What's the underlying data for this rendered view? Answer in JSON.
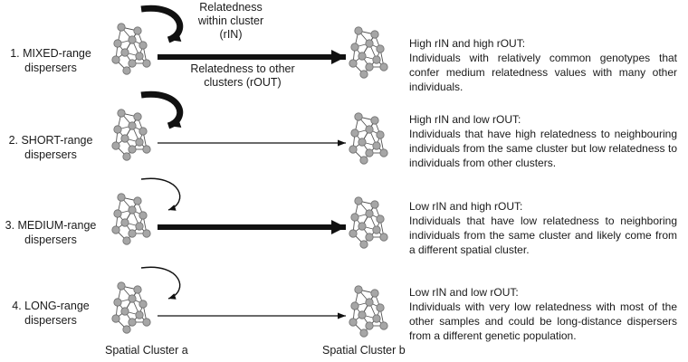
{
  "annotations": {
    "within": [
      "Relatedness",
      "within cluster",
      "(rIN)"
    ],
    "other": [
      "Relatedness to other",
      "clusters (rOUT)"
    ]
  },
  "rows": [
    {
      "label": [
        "1. MIXED-range",
        "dispersers"
      ],
      "rin": "high",
      "rout": "high",
      "title": "High rIN and high rOUT:",
      "body": "Individuals with relatively common genotypes that confer medium relatedness values with many other individuals."
    },
    {
      "label": [
        "2. SHORT-range",
        "dispersers"
      ],
      "rin": "high",
      "rout": "low",
      "title": "High rIN and low rOUT:",
      "body": "Individuals that have high relatedness to neighbouring individuals from the same cluster but low relatedness to individuals from other clusters."
    },
    {
      "label": [
        "3. MEDIUM-range",
        "dispersers"
      ],
      "rin": "low",
      "rout": "high",
      "title": "Low rIN and high rOUT:",
      "body": "Individuals that have low relatedness to neighboring individuals from the same cluster and likely come from a different spatial cluster."
    },
    {
      "label": [
        "4. LONG-range",
        "dispersers"
      ],
      "rin": "low",
      "rout": "low",
      "title": "Low rIN and low rOUT:",
      "body": "Individuals with very low relatedness with most of the other samples and could be long-distance dispersers from a different genetic population."
    }
  ],
  "footer": {
    "cluster_a": "Spatial Cluster a",
    "cluster_b": "Spatial Cluster b"
  },
  "colors": {
    "node_fill": "#a6a6a6",
    "node_stroke": "#6e6e6e",
    "edge": "#555555",
    "arrow": "#111111"
  }
}
